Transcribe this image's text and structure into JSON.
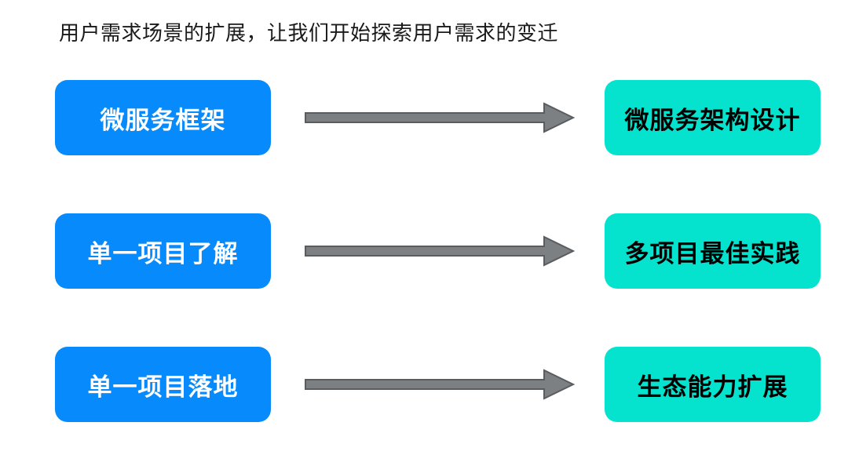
{
  "title": "用户需求场景的扩展，让我们开始探索用户需求的变迁",
  "colors": {
    "page_bg": "#ffffff",
    "title_text": "#1a1a1a",
    "source_box": "#078afc",
    "source_text": "#ffffff",
    "target_box": "#05e2cd",
    "target_text": "#000000",
    "arrow_fill": "#7c8083",
    "arrow_stroke": "#595d60"
  },
  "rows": [
    {
      "source": "微服务框架",
      "target": "微服务架构设计"
    },
    {
      "source": "单一项目了解",
      "target": "多项目最佳实践"
    },
    {
      "source": "单一项目落地",
      "target": "生态能力扩展"
    }
  ]
}
